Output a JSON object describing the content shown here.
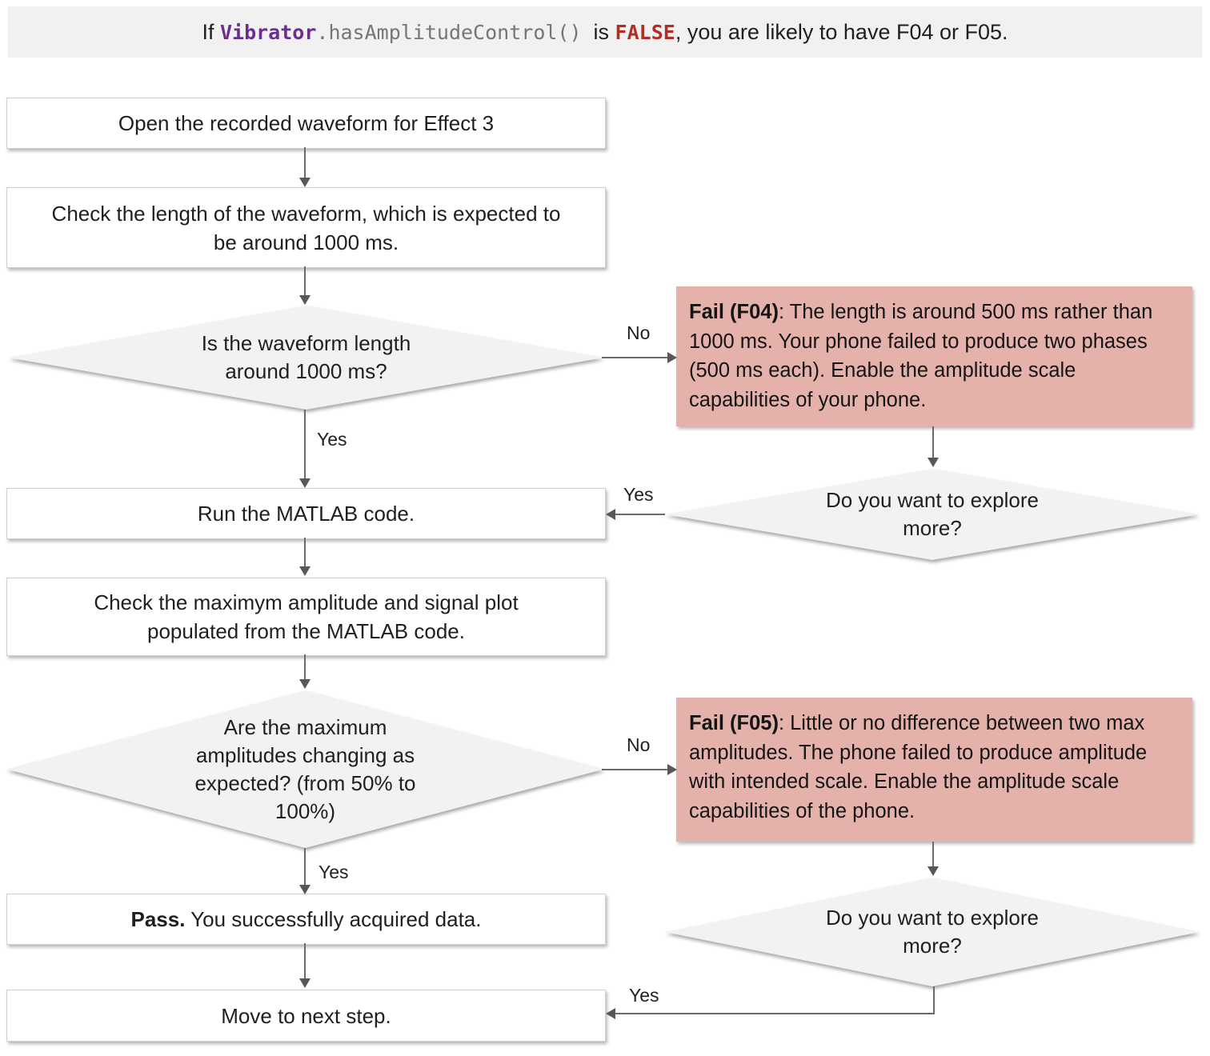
{
  "banner": {
    "prefix": "If ",
    "code_class": "Vibrator",
    "code_method": ".hasAmplitudeControl()",
    "middle": "  is ",
    "code_false": "FALSE",
    "suffix": ", you are likely to have F04 or F05."
  },
  "flowchart": {
    "nodes": {
      "open_waveform": {
        "label": "Open the recorded waveform for Effect 3"
      },
      "check_length": {
        "label": "Check the length of the waveform, which is expected to be around 1000 ms."
      },
      "length_decision": {
        "label": "Is the waveform length around 1000 ms?"
      },
      "fail_f04": {
        "bold": "Fail (F04)",
        "rest": ": The length is around 500 ms rather than 1000 ms. Your phone failed to produce two phases (500 ms each). Enable the amplitude scale capabilities of your phone."
      },
      "explore_1": {
        "label": "Do you want to explore more?"
      },
      "run_matlab": {
        "label": "Run the MATLAB code."
      },
      "check_amplitude": {
        "label": "Check the maximym amplitude and signal plot populated from the MATLAB code."
      },
      "amplitude_decision": {
        "label": "Are the maximum amplitudes changing as expected? (from 50% to 100%)"
      },
      "fail_f05": {
        "bold": "Fail (F05)",
        "rest": ": Little or no difference between two max amplitudes. The phone failed to produce amplitude with intended scale. Enable the amplitude scale capabilities of the phone."
      },
      "pass": {
        "bold": "Pass.",
        "rest": " You successfully acquired data."
      },
      "explore_2": {
        "label": "Do you want to explore more?"
      },
      "move_next": {
        "label": "Move to next step."
      }
    },
    "edges": {
      "length_yes": {
        "label": "Yes"
      },
      "length_no": {
        "label": "No"
      },
      "explore1_yes": {
        "label": "Yes"
      },
      "amplitude_yes": {
        "label": "Yes"
      },
      "amplitude_no": {
        "label": "No"
      },
      "explore2_yes": {
        "label": "Yes"
      }
    }
  },
  "colors": {
    "banner_bg": "#f1f1f2",
    "box_bg": "#ffffff",
    "box_border": "#cfcfcf",
    "diamond_bg": "#f2f2f3",
    "fail_bg": "#e4b2aa",
    "connector": "#6a6a6a",
    "code_class_purple": "#6c2d91",
    "code_false_red": "#b02e23",
    "code_method_gray": "#767676",
    "text": "#1f1f1f"
  }
}
